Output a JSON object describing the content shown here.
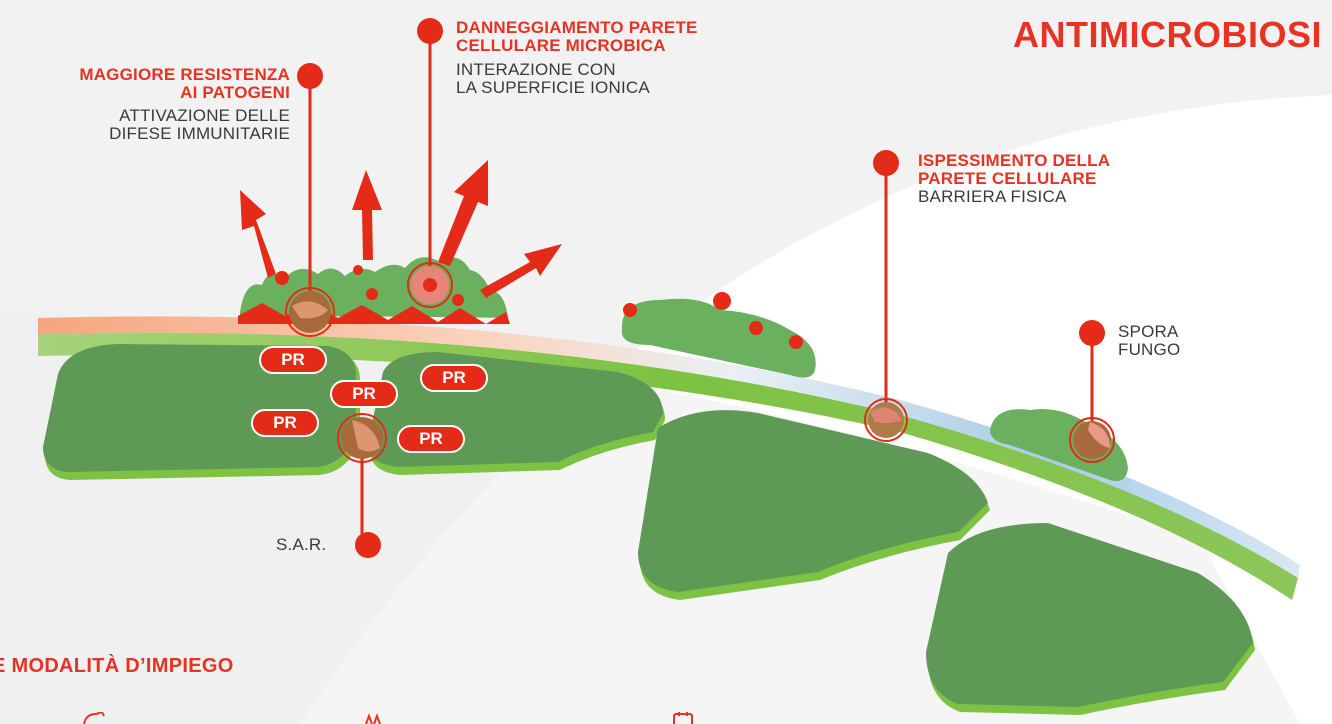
{
  "title": "ANTIMICROBIOSI",
  "callouts": {
    "resistance": {
      "heading_1": "MAGGIORE RESISTENZA",
      "heading_2": "AI PATOGENI",
      "text_1": "ATTIVAZIONE DELLE",
      "text_2": "DIFESE IMMUNITARIE"
    },
    "damage": {
      "heading_1": "DANNEGGIAMENTO PARETE",
      "heading_2": "CELLULARE MICROBICA",
      "text_1": "INTERAZIONE CON",
      "text_2": "LA SUPERFICIE IONICA"
    },
    "thickening": {
      "heading_1": "ISPESSIMENTO DELLA",
      "heading_2": "PARETE CELLULARE",
      "text_1": "BARRIERA FISICA"
    },
    "spore": {
      "text_1": "SPORA",
      "text_2": "FUNGO"
    },
    "sar": {
      "text_1": "S.A.R."
    }
  },
  "pr_badges": [
    "PR",
    "PR",
    "PR",
    "PR",
    "PR"
  ],
  "section": {
    "title": "E MODALITÀ D’IMPIEGO"
  },
  "icons": [
    "sprayer-icon",
    "crop-icon",
    "calendar-icon"
  ],
  "colors": {
    "accent": "#e63323",
    "leaf_green": "#5e9a55",
    "bright_green": "#7dc242",
    "spore_green": "#6bb05e",
    "cuticle_blue": "#a9cbe8",
    "cuticle_orange": "#f6b08e"
  }
}
